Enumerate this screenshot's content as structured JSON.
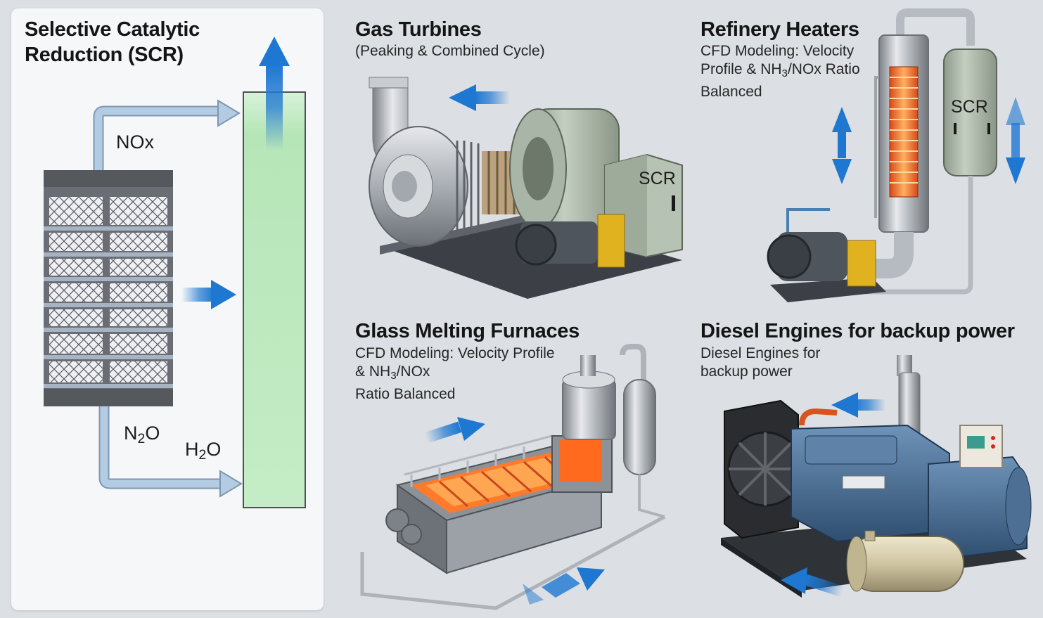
{
  "scr_panel": {
    "title_line1": "Selective Catalytic",
    "title_line2": "Reduction (SCR)",
    "label_nox": "NOx",
    "label_n2o_main": "N",
    "label_n2o_sub": "2",
    "label_n2o_tail": "O",
    "label_h2o_main": "H",
    "label_h2o_sub": "2",
    "label_h2o_tail": "O"
  },
  "gas_turbines": {
    "title": "Gas Turbines",
    "subtitle": "(Peaking & Combined Cycle)",
    "scr_label": "SCR"
  },
  "refinery_heaters": {
    "title": "Refinery Heaters",
    "sub_line1": "CFD Modeling: Velocity",
    "sub_line2_a": "Profile & NH",
    "sub_line2_sub": "3",
    "sub_line2_b": "/NOx Ratio",
    "sub_line3": "Balanced",
    "scr_label": "SCR"
  },
  "glass_furnaces": {
    "title": "Glass Melting Furnaces",
    "sub_line1": "CFD Modeling: Velocity Profile",
    "sub_line2_a": "& NH",
    "sub_line2_sub": "3",
    "sub_line2_b": "/NOx",
    "sub_line3": "Ratio Balanced"
  },
  "diesel_engines": {
    "title": "Diesel Engines for backup power",
    "sub_line1": "Diesel Engines for",
    "sub_line2": "backup power"
  },
  "colors": {
    "arrow_blue": "#1e78d2",
    "pipe_blue": "#a9c4de",
    "reactor_green": "#bfe8c0",
    "catalyst_gray": "#5c5f64"
  }
}
